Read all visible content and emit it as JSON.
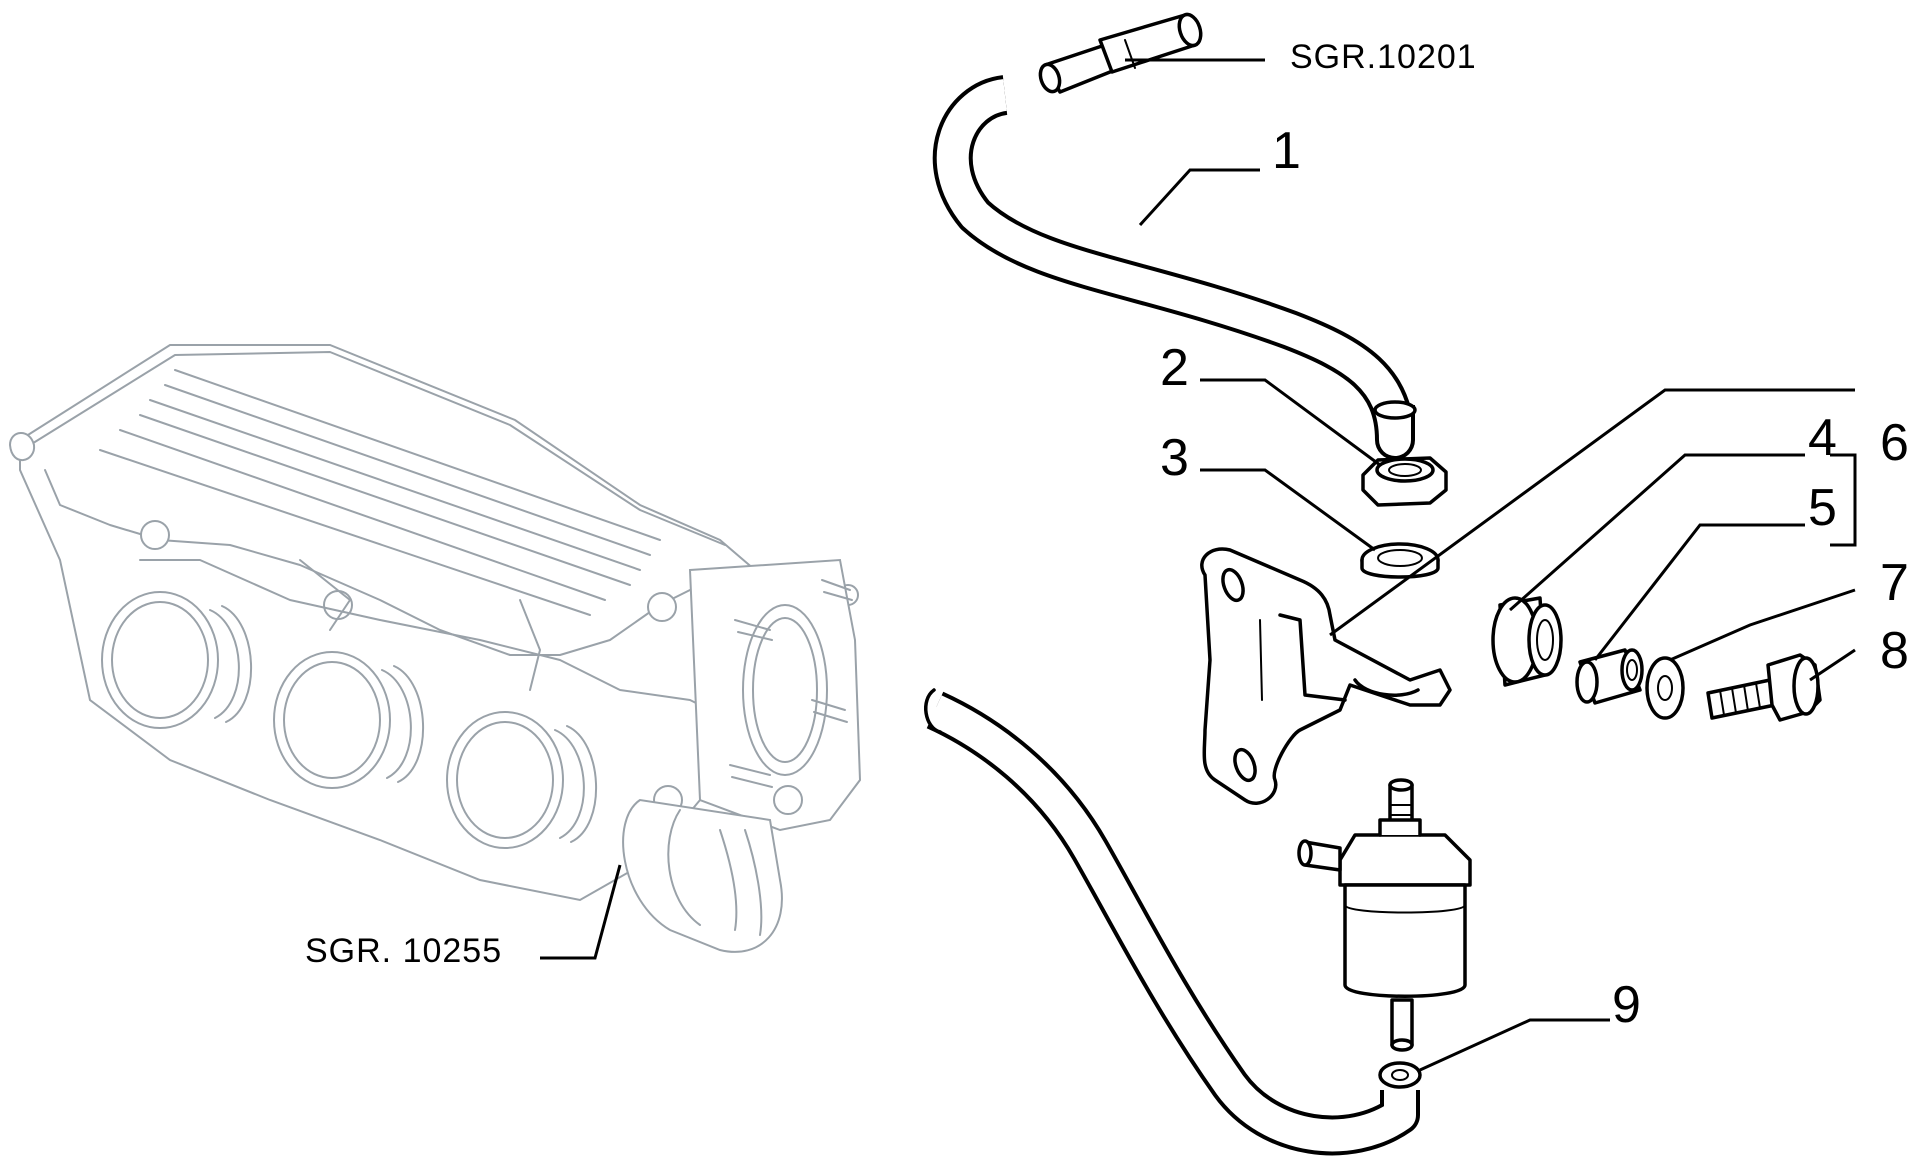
{
  "callouts": {
    "ref_top": "SGR.10201",
    "ref_left": "SGR. 10255",
    "p1": "1",
    "p2": "2",
    "p3": "3",
    "p4": "4",
    "p5": "5",
    "p6": "6",
    "p7": "7",
    "p8": "8",
    "p9": "9"
  }
}
